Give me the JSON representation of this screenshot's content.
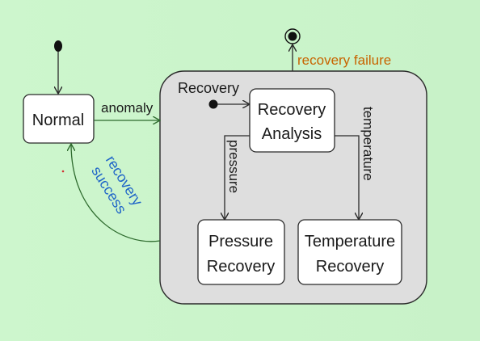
{
  "diagram": {
    "type": "uml-state-machine",
    "states": {
      "normal": "Normal",
      "recovery": "Recovery",
      "recovery_analysis": [
        "Recovery",
        "Analysis"
      ],
      "pressure_recovery": [
        "Pressure",
        "Recovery"
      ],
      "temperature_recovery": [
        "Temperature",
        "Recovery"
      ]
    },
    "transitions": {
      "anomaly": "anomaly",
      "recovery_failure": "recovery failure",
      "recovery_success": [
        "recovery",
        "success"
      ],
      "pressure": "pressure",
      "temperature": "temperature"
    },
    "colors": {
      "background": "#ccf5cc",
      "composite_fill": "#dedede",
      "state_fill": "#ffffff",
      "line": "#2a2a2a",
      "arrow_green": "#2e6b2e",
      "failure_text": "#c86400",
      "success_text": "#1e64c8"
    }
  }
}
